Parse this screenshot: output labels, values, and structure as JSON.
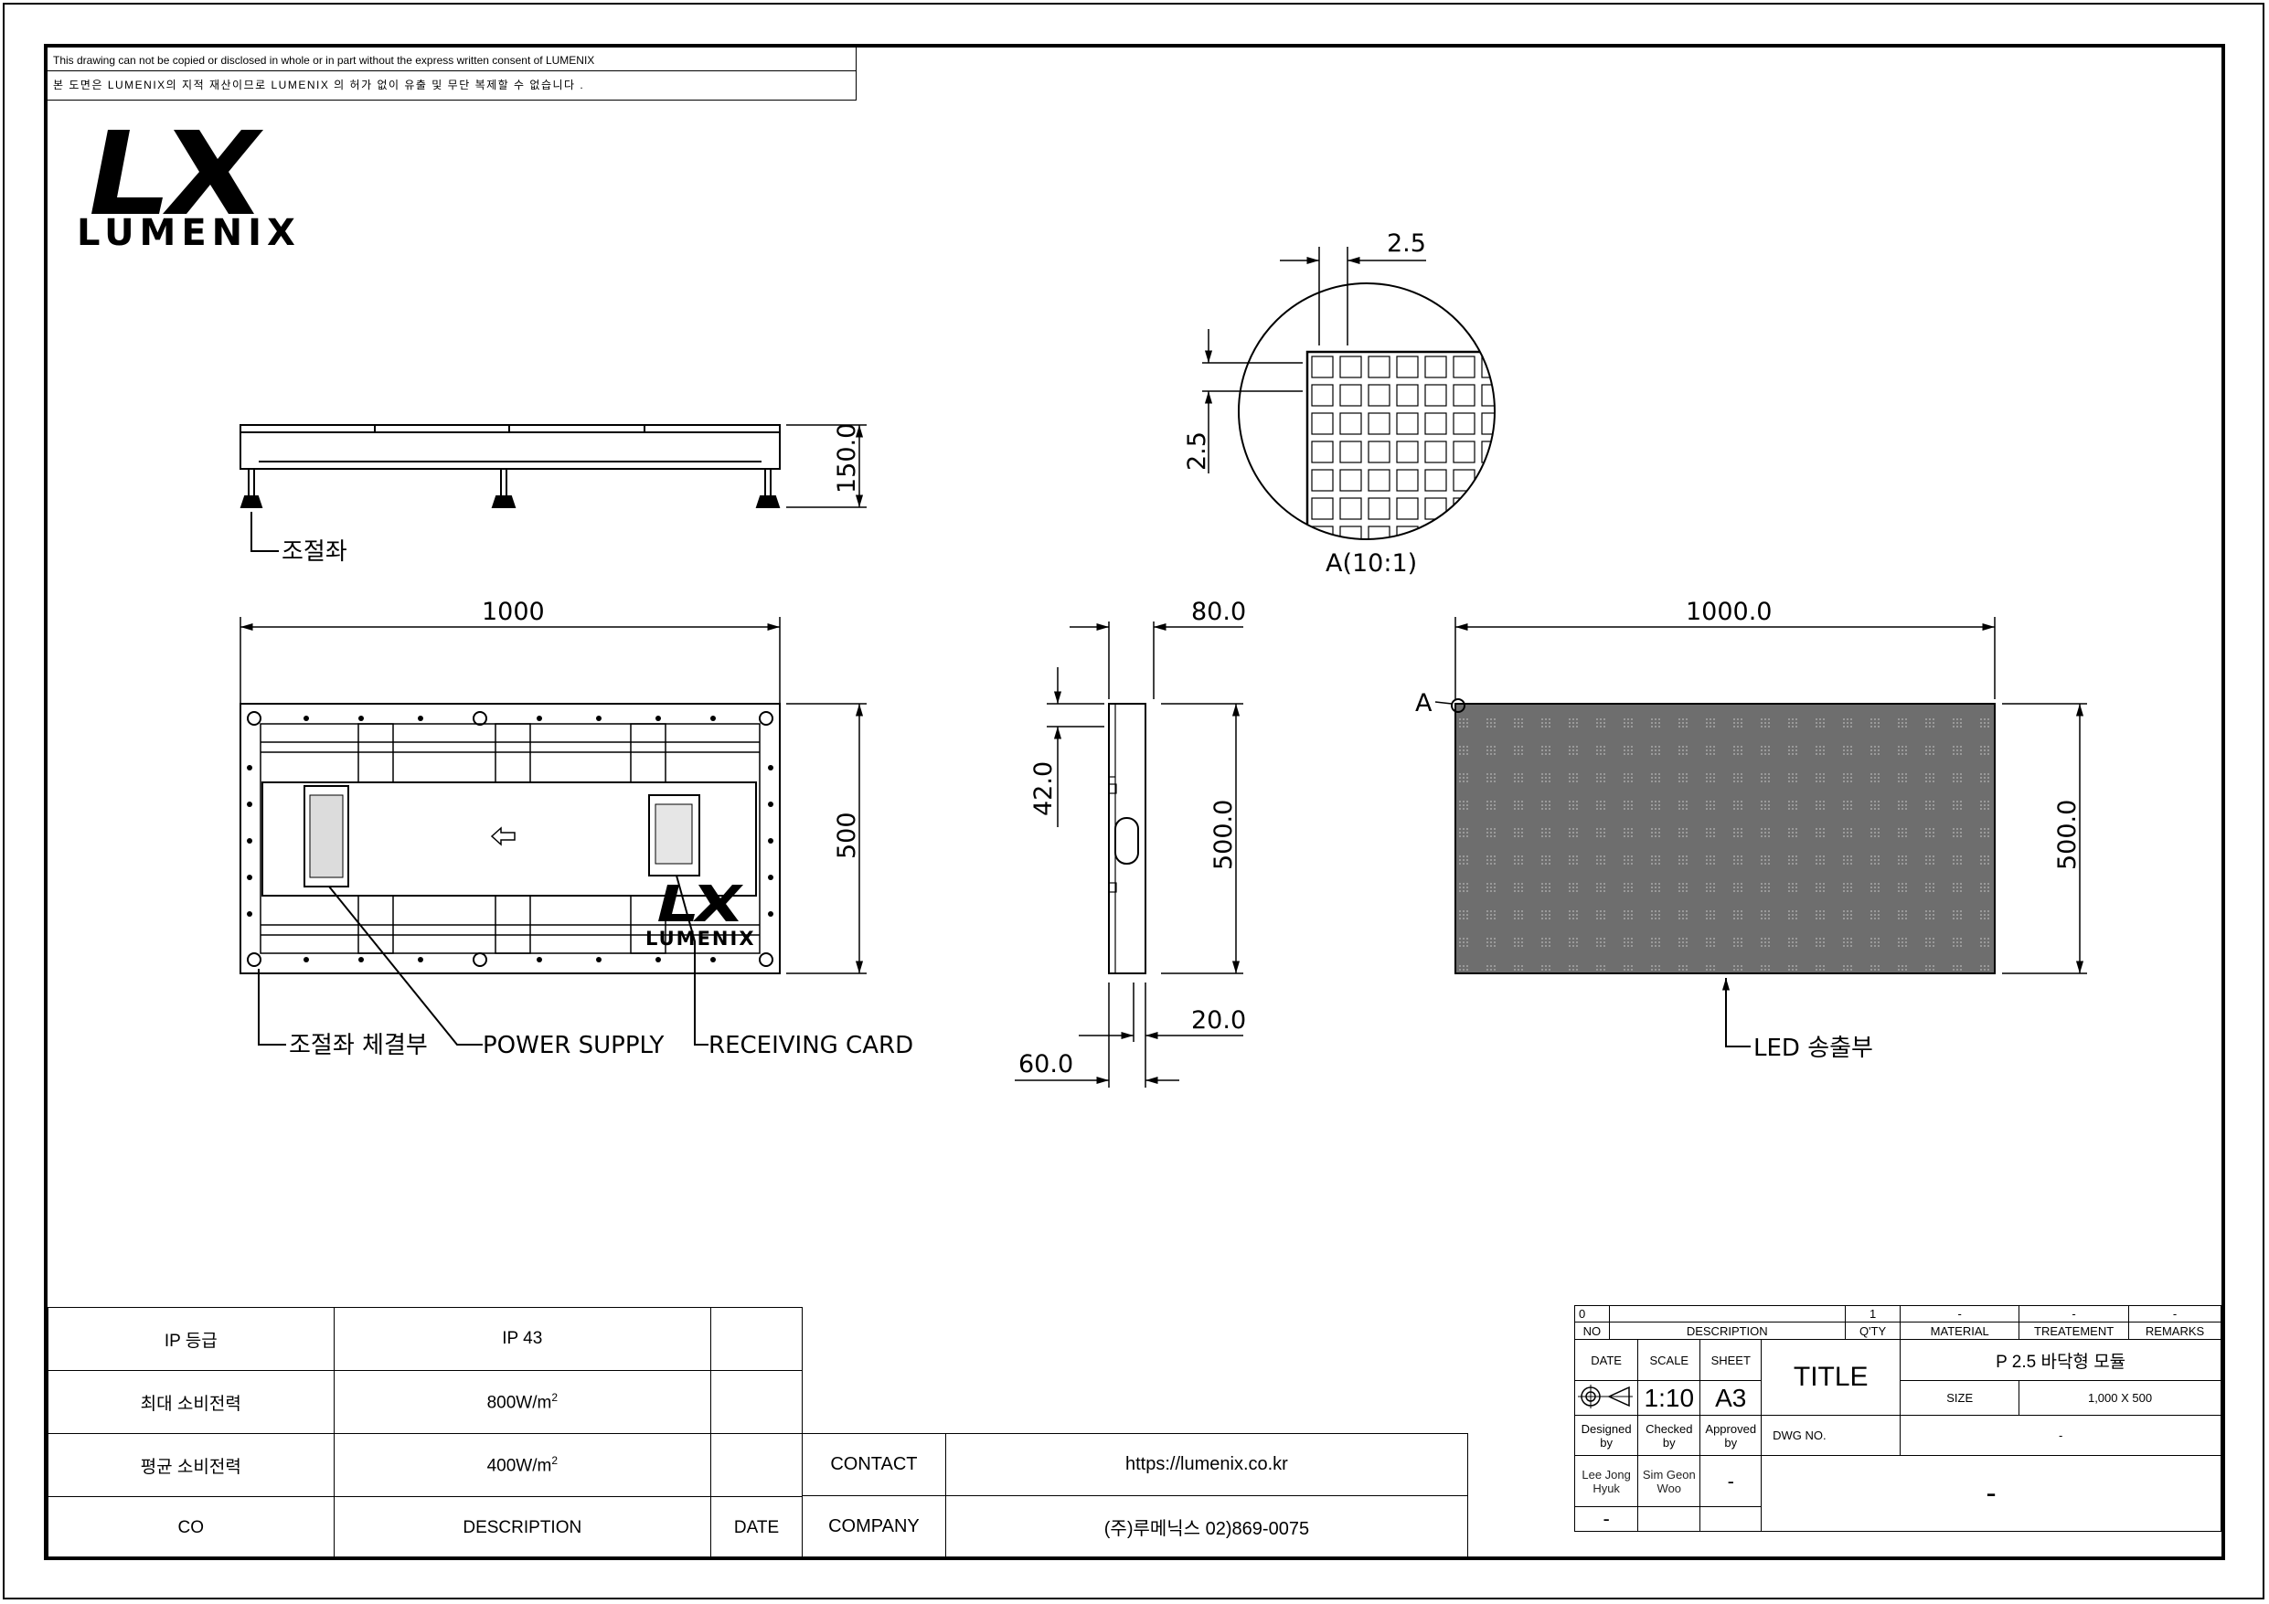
{
  "notice": {
    "english": "This drawing can not be copied or disclosed in whole or in part without the express written consent of LUMENIX",
    "korean": "본 도면은 LUMENIX의 지적 재산이므로 LUMENIX 의 허가 없이 유출 및 무단 복제할 수 없습니다 ."
  },
  "logo": {
    "mark": "LX",
    "word": "LUMENIX"
  },
  "views": {
    "side": {
      "height_dim": "150.0",
      "callout": "조절좌"
    },
    "rear": {
      "width_dim": "1000",
      "height_dim": "500",
      "callouts": [
        "조절좌 체결부",
        "POWER SUPPLY",
        "RECEIVING CARD"
      ],
      "inner_logo_mark": "LX",
      "inner_logo_word": "LUMENIX"
    },
    "detail": {
      "pitch_x": "2.5",
      "pitch_y": "2.5",
      "label": "A(10:1)"
    },
    "section": {
      "top_dim": "80.0",
      "left_dim": "42.0",
      "height_dim": "500.0",
      "bottom_dim_a": "20.0",
      "bottom_dim_b": "60.0"
    },
    "front": {
      "width_dim": "1000.0",
      "height_dim": "500.0",
      "marker": "A",
      "callout": "LED 송출부"
    }
  },
  "spec_table": {
    "rows": [
      {
        "label": "IP 등급",
        "value": "IP 43",
        "extra": ""
      },
      {
        "label": "최대 소비전력",
        "value": "800W/m",
        "sup": "2",
        "extra": ""
      },
      {
        "label": "평균 소비전력",
        "value": "400W/m",
        "sup": "2",
        "extra": ""
      },
      {
        "label": "CO",
        "value": "DESCRIPTION",
        "extra": "DATE"
      }
    ]
  },
  "contact_table": {
    "contact_label": "CONTACT",
    "contact_value": "https://lumenix.co.kr",
    "company_label": "COMPANY",
    "company_value": "(주)루메닉스 02)869-0075"
  },
  "title_block": {
    "rev_no": "0",
    "rev_qty": "1",
    "rev_dash1": "-",
    "rev_dash2": "-",
    "rev_dash3": "-",
    "h_no": "NO",
    "h_desc": "DESCRIPTION",
    "h_qty": "Q'TY",
    "h_mat": "MATERIAL",
    "h_treat": "TREATEMENT",
    "h_rem": "REMARKS",
    "h_date": "DATE",
    "h_scale": "SCALE",
    "h_sheet": "SHEET",
    "title_label": "TITLE",
    "title_value": "P 2.5 바닥형 모듈",
    "scale": "1:10",
    "sheet": "A3",
    "size_label": "SIZE",
    "size_value": "1,000 X 500",
    "designed": "Designed by",
    "checked": "Checked by",
    "approved": "Approved by",
    "dwg_label": "DWG NO.",
    "dwg_value": "-",
    "designer": "Lee Jong Hyuk",
    "checker": "Sim Geon Woo",
    "approver": "-",
    "date_value": "-",
    "main_value": "-"
  }
}
